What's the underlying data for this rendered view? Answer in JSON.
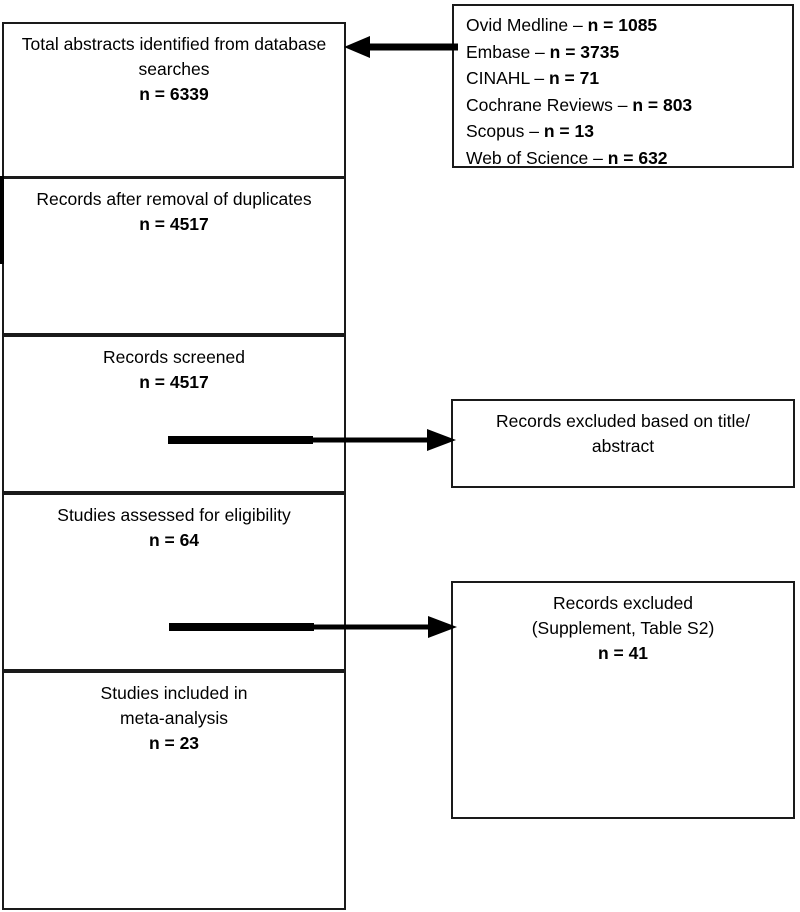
{
  "diagram": {
    "title": "PRISMA study selection flow diagram",
    "ink_color": "#1a1a1a",
    "background": "#ffffff"
  },
  "boxes": {
    "total_abstracts": {
      "line1": "Total abstracts identified from database",
      "line2": "searches",
      "line3": "n = 6339"
    },
    "after_duplicates": {
      "line1": "Records after removal of duplicates",
      "line2": "n = 4517"
    },
    "records_screened": {
      "line1": "Records screened",
      "line2": "n = 4517"
    },
    "assessed_eligibility": {
      "line1": "Studies assessed for eligibility",
      "line2": "n = 64"
    },
    "included_meta": {
      "line1": "Studies included in",
      "line2": "meta-analysis",
      "line3": "n = 23"
    },
    "excluded_title_abstract": {
      "line1": "Records excluded based on title/",
      "line2": "abstract"
    },
    "excluded_supplement": {
      "line1": "Records excluded",
      "line2": "(Supplement, Table S2)",
      "line3": "n = 41"
    }
  },
  "sources": {
    "items": [
      {
        "name": "Ovid Medline – ",
        "count": "n = 1085"
      },
      {
        "name": "Embase – ",
        "count": "n = 3735"
      },
      {
        "name": "CINAHL – ",
        "count": "n = 71"
      },
      {
        "name": "Cochrane Reviews – ",
        "count": "n = 803"
      },
      {
        "name": "Scopus – ",
        "count": "n = 13"
      },
      {
        "name": "Web of Science – ",
        "count": "n = 632"
      }
    ]
  },
  "arrows": {
    "sources_to_total": "arrow-left-sources-to-total-abstracts",
    "screened_to_excluded": "arrow-right-screened-to-excluded-title-abstract",
    "eligibility_to_excluded": "arrow-right-eligibility-to-excluded-supplement",
    "duplicates_stub": "arrow-stub-into-records-after-duplicates"
  }
}
